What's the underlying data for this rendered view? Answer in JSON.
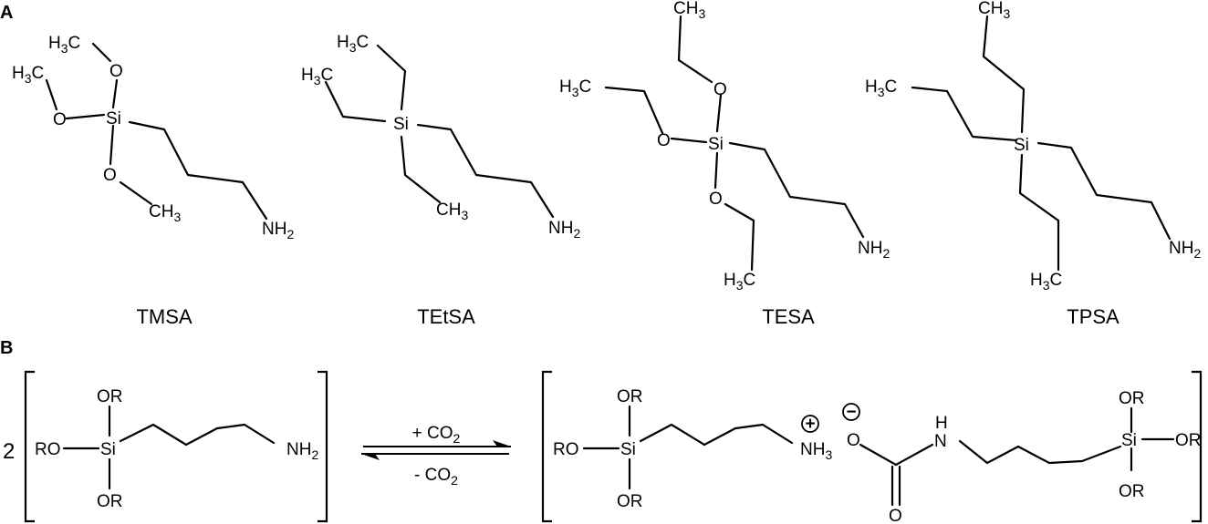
{
  "panels": {
    "a": "A",
    "b": "B"
  },
  "molecules": [
    {
      "name": "TMSA"
    },
    {
      "name": "TEtSA"
    },
    {
      "name": "TESA"
    },
    {
      "name": "TPSA"
    }
  ],
  "atoms": {
    "si": "Si",
    "o": "O",
    "h3c": "H3C",
    "ch3": "CH3",
    "nh2": "NH2",
    "or": "OR",
    "ro": "RO",
    "nh3": "NH3",
    "n": "N",
    "h": "H"
  },
  "reaction": {
    "coefficient": "2",
    "forward": "+ CO2",
    "reverse": "- CO2",
    "plus_charge": "+",
    "minus_charge": "−"
  }
}
